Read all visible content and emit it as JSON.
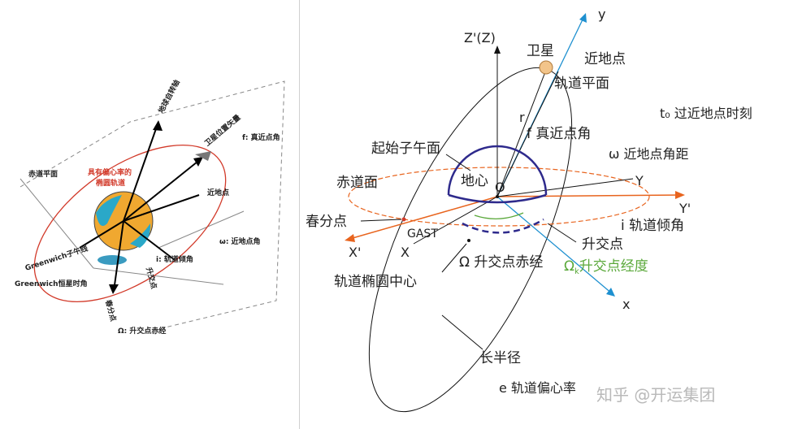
{
  "left": {
    "labels": {
      "equator_plane": "赤道平面",
      "ellipse_orbit": "具有偏心率的",
      "ellipse_orbit2": "椭圆轨道",
      "earth_axis": "地球自转轴",
      "sat_vector": "卫星位置矢量",
      "true_anomaly": "f: 真近点角",
      "perigee": "近地点",
      "arg_perigee": "ω: 近地点角",
      "greenwich_meridian": "Greenwich子午线",
      "greenwich_time": "Greenwich恒星时角",
      "vernal": "春分点",
      "asc_node": "升交点",
      "inclination": "i: 轨道倾角",
      "raan": "Ω: 升交点赤经"
    }
  },
  "right": {
    "labels": {
      "z_axis": "Z'(Z)",
      "y_axis": "y",
      "satellite": "卫星",
      "perigee": "近地点",
      "orbit_plane": "轨道平面",
      "t0": "t₀ 过近地点时刻",
      "r": "r",
      "true_anomaly": "f 真近点角",
      "start_meridian": "起始子午面",
      "arg_perigee": "ω 近地点角距",
      "equator_plane": "赤道面",
      "earth_center": "地心",
      "origin": "O",
      "Y": "Y",
      "Y_prime": "Y'",
      "vernal": "春分点",
      "gast": "GAST",
      "inclination": "i 轨道倾角",
      "asc_node": "升交点",
      "X_prime": "X'",
      "X": "X",
      "raan": "Ω 升交点赤经",
      "omega_k_sym": "Ω",
      "omega_k_sub": "k",
      "omega_k_text": "升交点经度",
      "ellipse_center": "轨道椭圆中心",
      "x_axis": "x",
      "semi_major": "长半径",
      "eccentricity": "e 轨道偏心率"
    },
    "colors": {
      "orange_axis": "#e8641e",
      "blue_axis": "#1e90d0",
      "purple_arc": "#2e2a8c",
      "green_text": "#5aa83a",
      "satellite": "#f2c48a"
    }
  },
  "watermark": "知乎 @开运集团"
}
